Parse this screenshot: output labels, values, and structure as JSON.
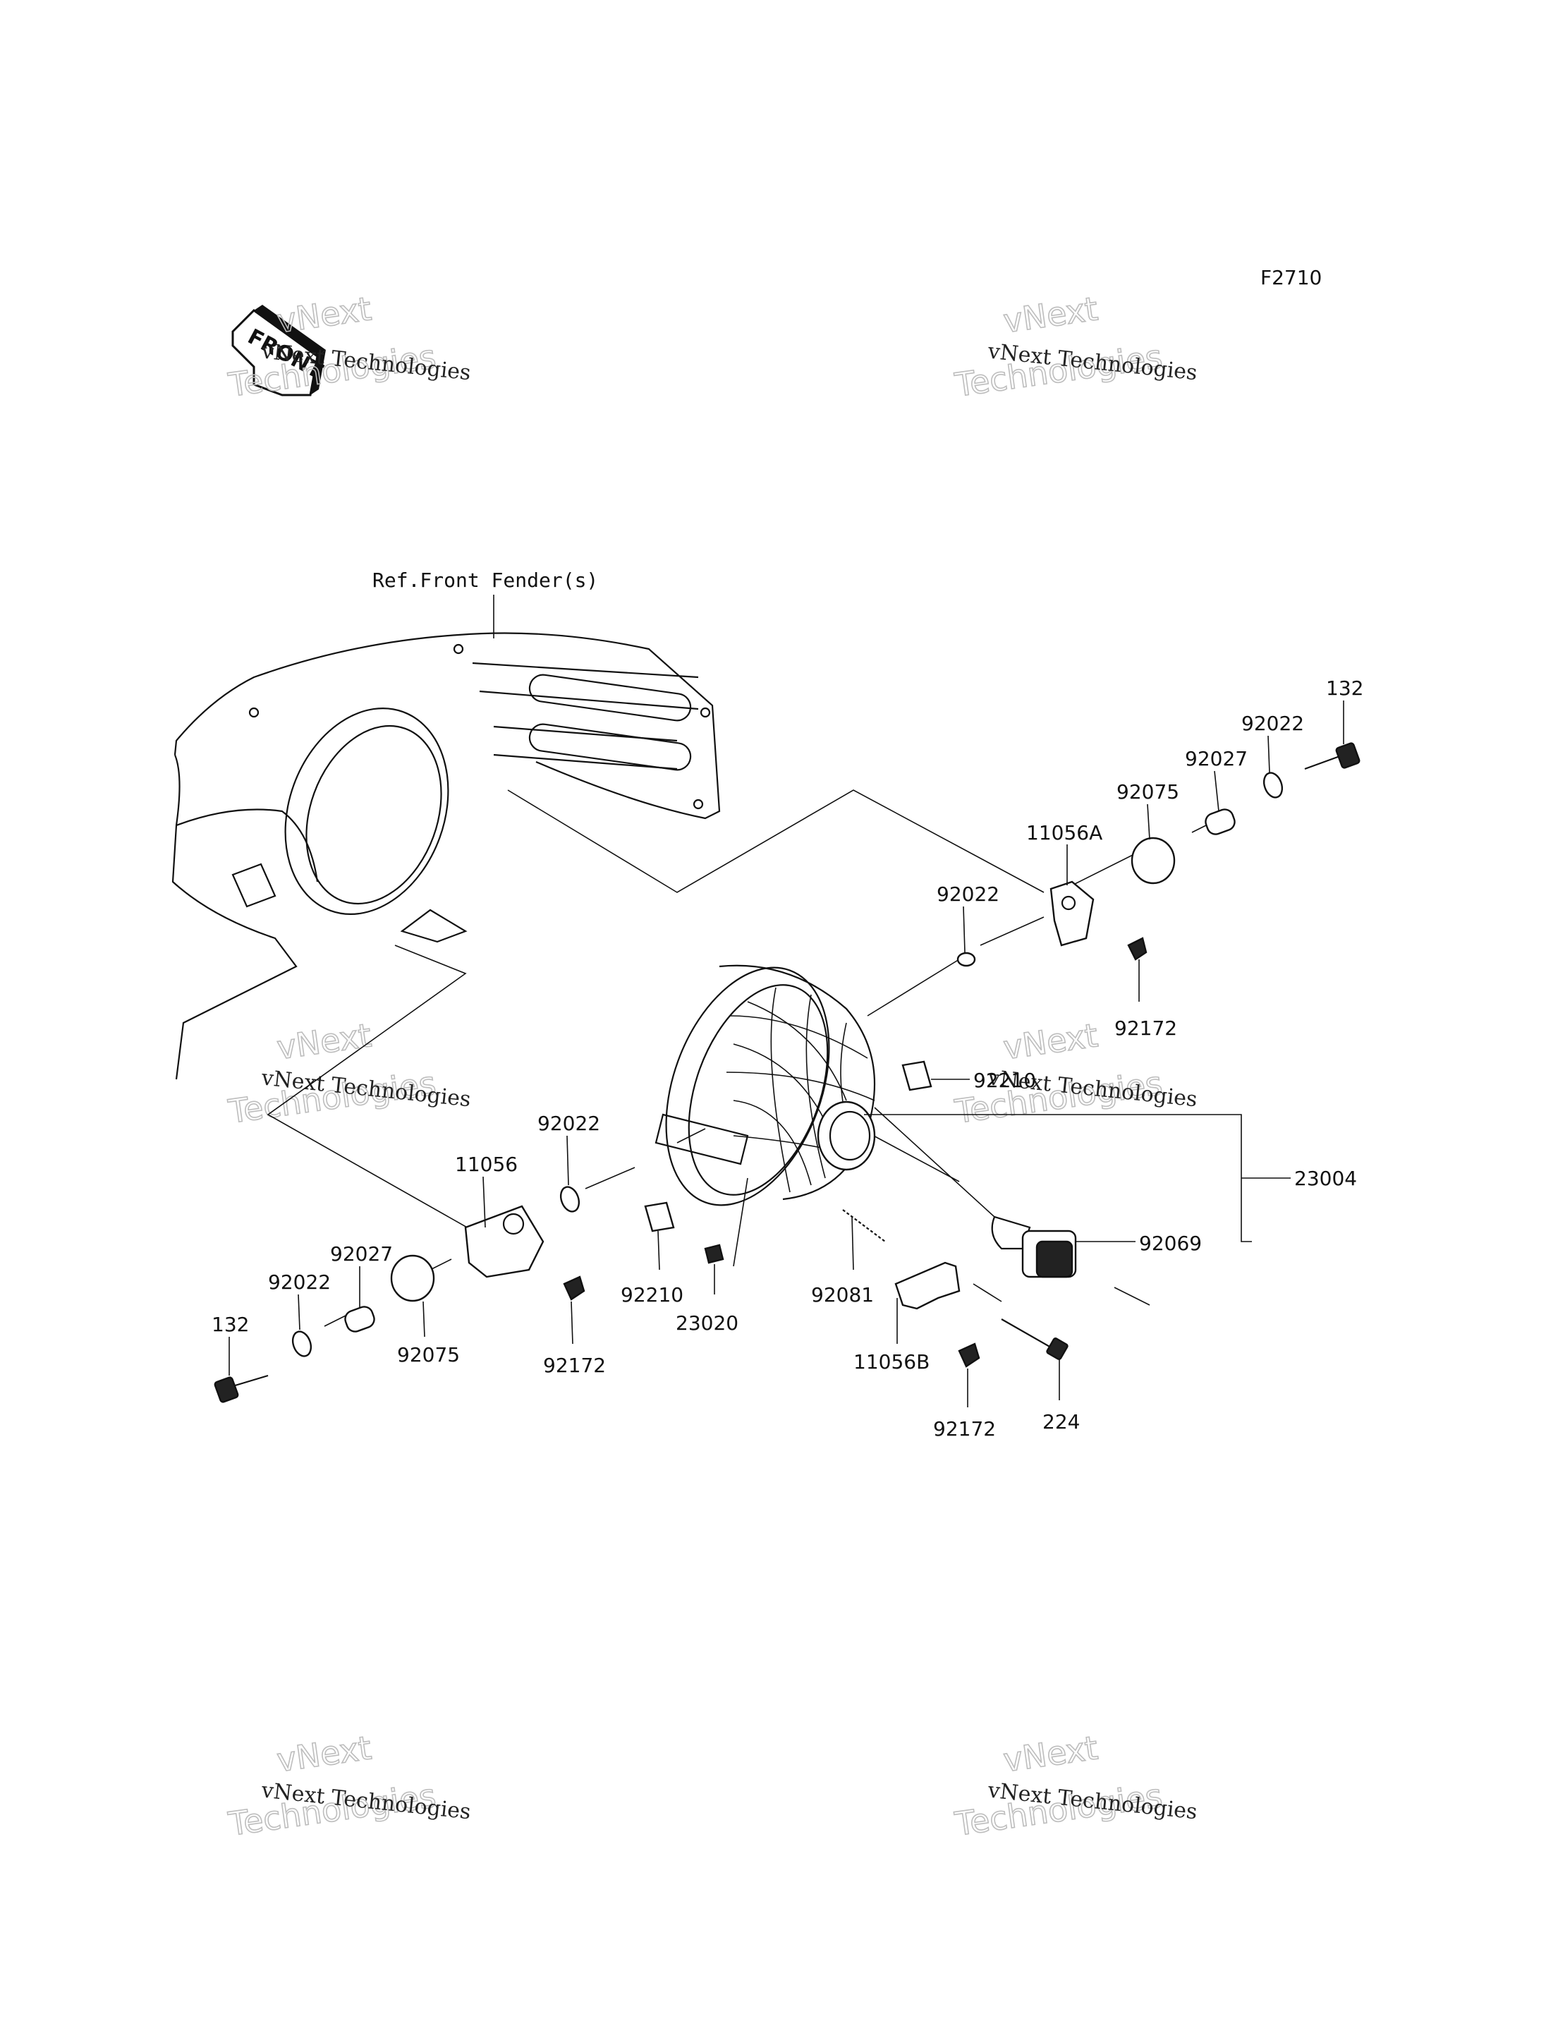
{
  "diagram_code": "F2710",
  "front_label": "FRONT",
  "reference_label": "Ref.Front Fender(s)",
  "watermark": {
    "line1": "vNext Technologies",
    "line2": "vNext",
    "line3": "Technologies"
  },
  "parts": [
    {
      "id": "p132a",
      "label": "132"
    },
    {
      "id": "p92022a",
      "label": "92022"
    },
    {
      "id": "p92027a",
      "label": "92027"
    },
    {
      "id": "p92075a",
      "label": "92075"
    },
    {
      "id": "p11056A",
      "label": "11056A"
    },
    {
      "id": "p92022b",
      "label": "92022"
    },
    {
      "id": "p92172a",
      "label": "92172"
    },
    {
      "id": "p92210a",
      "label": "92210"
    },
    {
      "id": "p23004",
      "label": "23004"
    },
    {
      "id": "p92069",
      "label": "92069"
    },
    {
      "id": "p92022c",
      "label": "92022"
    },
    {
      "id": "p11056",
      "label": "11056"
    },
    {
      "id": "p92027b",
      "label": "92027"
    },
    {
      "id": "p92022d",
      "label": "92022"
    },
    {
      "id": "p132b",
      "label": "132"
    },
    {
      "id": "p92075b",
      "label": "92075"
    },
    {
      "id": "p92172b",
      "label": "92172"
    },
    {
      "id": "p92210b",
      "label": "92210"
    },
    {
      "id": "p23020",
      "label": "23020"
    },
    {
      "id": "p92081",
      "label": "92081"
    },
    {
      "id": "p11056B",
      "label": "11056B"
    },
    {
      "id": "p92172c",
      "label": "92172"
    },
    {
      "id": "p224",
      "label": "224"
    }
  ]
}
